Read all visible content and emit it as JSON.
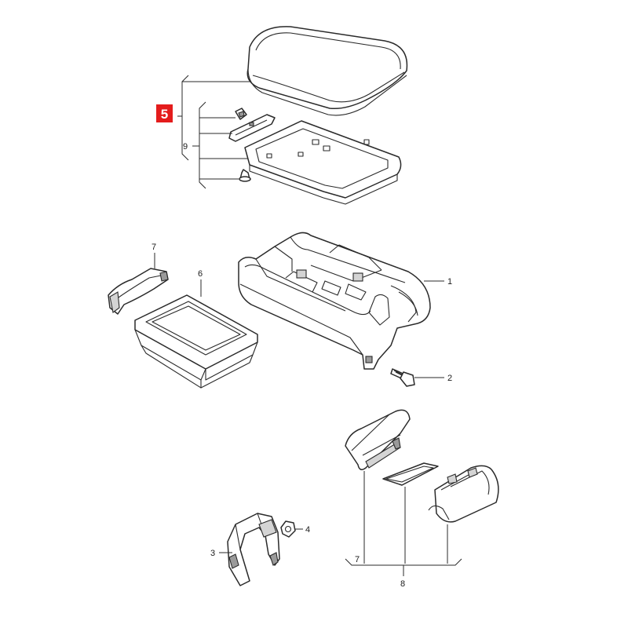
{
  "diagram": {
    "highlight_color": "#e41c1c",
    "highlight_label": "5",
    "callouts": {
      "armrest_lid": "5",
      "lid_subassembly": "9",
      "console_body": "1",
      "bolt": "2",
      "bracket": "3",
      "nut": "4",
      "storage_tray": "6",
      "trim_strip": "7",
      "cover_trim": "7",
      "cover_assembly": "8"
    }
  }
}
